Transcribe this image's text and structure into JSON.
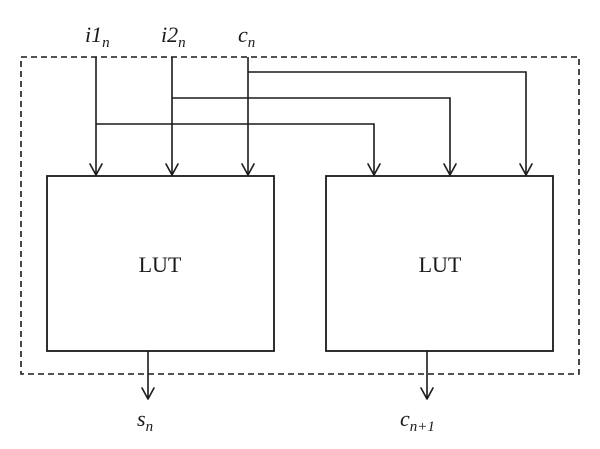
{
  "diagram": {
    "lut_left_label": "LUT",
    "lut_right_label": "LUT",
    "inputs": [
      {
        "base": "i1",
        "sub": "n"
      },
      {
        "base": "i2",
        "sub": "n"
      },
      {
        "base": "c",
        "sub": "n"
      }
    ],
    "outputs": {
      "sum": {
        "base": "s",
        "sub": "n"
      },
      "carry": {
        "base": "c",
        "sub": "n+1"
      }
    }
  }
}
